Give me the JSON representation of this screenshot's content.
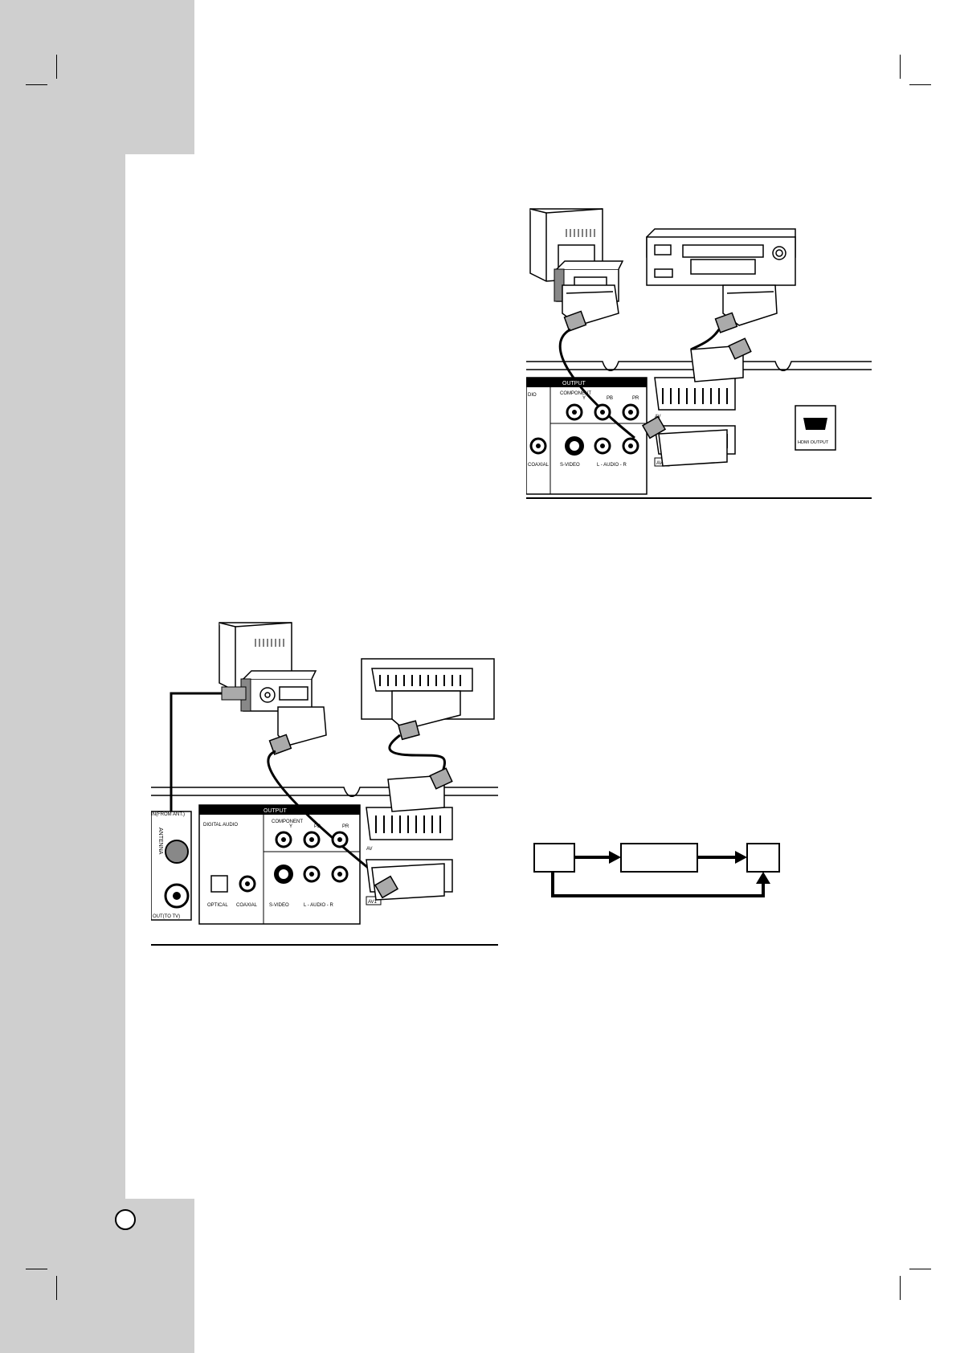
{
  "diagram_top": {
    "panel_title": "OUTPUT",
    "label_audio_cut": "DIO",
    "label_component": "COMPONENT",
    "label_y": "Y",
    "label_pb": "PB",
    "label_pr": "PR",
    "label_coaxial": "COAXIAL",
    "label_svideo": "S-VIDEO",
    "label_audio_lr": "L - AUDIO - R",
    "label_hdmi": "HDMI OUTPUT",
    "label_av1": "AV1",
    "label_av2": "AV"
  },
  "diagram_bottom": {
    "label_antenna": "ANTENNA",
    "label_in_from_ant": "IN(FROM ANT.)",
    "label_out_to_tv": "OUT(TO TV)",
    "panel_title": "OUTPUT",
    "label_digital_audio": "DIGITAL AUDIO",
    "label_component": "COMPONENT",
    "label_y": "Y",
    "label_pb": "PB",
    "label_pr": "PR",
    "label_optical": "OPTICAL",
    "label_coaxial": "COAXIAL",
    "label_svideo": "S-VIDEO",
    "label_audio_lr": "L - AUDIO - R",
    "label_av1": "AV1",
    "label_av2": "AV"
  }
}
